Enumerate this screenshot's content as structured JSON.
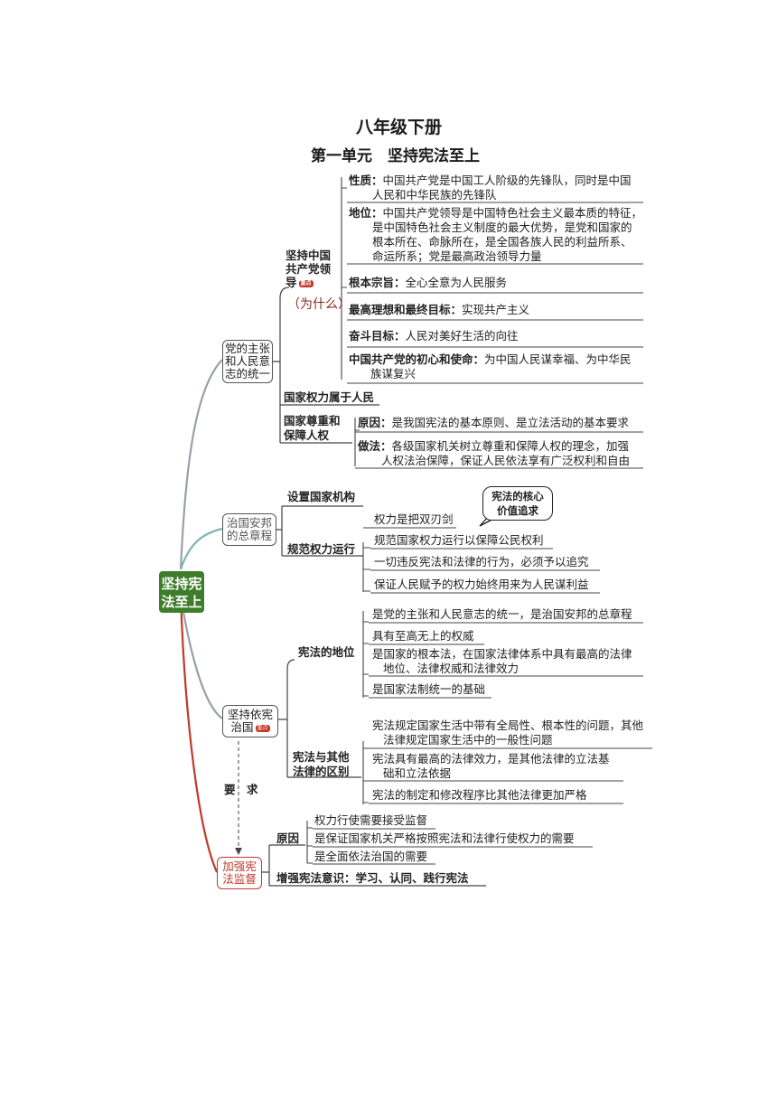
{
  "header": {
    "title": "八年级下册",
    "unit_title": "第一单元　坚持宪法至上"
  },
  "root": {
    "line1": "坚持宪",
    "line2": "法至上"
  },
  "branches": {
    "b1": {
      "label_lines": [
        "党的主张",
        "和人民意",
        "志的统一"
      ],
      "leadership": {
        "label_lines": [
          "坚持中国",
          "共产党领",
          "导"
        ],
        "badge": "重点",
        "annotation": "（为什么）",
        "items": {
          "nature_label": "性质：",
          "nature_l1": "中国共产党是中国工人阶级的先锋队，同时是中国",
          "nature_l2": "人民和中华民族的先锋队",
          "position_label": "地位：",
          "position_l1": "中国共产党领导是中国特色社会主义最本质的特征，",
          "position_l2": "是中国特色社会主义制度的最大优势，是党和国家的",
          "position_l3": "根本所在、命脉所在，是全国各族人民的利益所系、",
          "position_l4": "命运所系；党是最高政治领导力量",
          "purpose_label": "根本宗旨：",
          "purpose_text": "全心全意为人民服务",
          "ideal_label": "最高理想和最终目标：",
          "ideal_text": "实现共产主义",
          "goal_label": "奋斗目标：",
          "goal_text": "人民对美好生活的向往",
          "mission_label": "中国共产党的初心和使命：",
          "mission_l1": "为中国人民谋幸福、为中华民",
          "mission_l2": "族谋复兴"
        }
      },
      "power_belongs": "国家权力属于人民",
      "human_rights": {
        "label_lines": [
          "国家尊重和",
          "保障人权"
        ],
        "reason_label": "原因：",
        "reason_text": "是我国宪法的基本原则、是立法活动的基本要求",
        "practice_label": "做法：",
        "practice_l1": "各级国家机关树立尊重和保障人权的理念，加强",
        "practice_l2": "人权法治保障，保证人民依法享有广泛权利和自由"
      }
    },
    "b2": {
      "label_lines": [
        "治国安邦",
        "的总章程"
      ],
      "set_organs": "设置国家机构",
      "regulate": {
        "label": "规范权力运行",
        "bubble_l1": "宪法的核心",
        "bubble_l2": "价值追求",
        "items": [
          "权力是把双刃剑",
          "规范国家权力运行以保障公民权利",
          "一切违反宪法和法律的行为，必须予以追究",
          "保证人民赋予的权力始终用来为人民谋利益"
        ]
      }
    },
    "b3": {
      "label_lines": [
        "坚持依宪",
        "治国"
      ],
      "badge": "重点",
      "status": {
        "label": "宪法的地位",
        "item1": "是党的主张和人民意志的统一，是治国安邦的总章程",
        "item2": "具有至高无上的权威",
        "item3_l1": "是国家的根本法，在国家法律体系中具有最高的法律",
        "item3_l2": "地位、法律权威和法律效力",
        "item4": "是国家法制统一的基础"
      },
      "difference": {
        "label_lines": [
          "宪法与其他",
          "法律的区别"
        ],
        "item1_l1": "宪法规定国家生活中带有全局性、根本性的问题，其他",
        "item1_l2": "法律规定国家生活中的一般性问题",
        "item2_l1": "宪法具有最高的法律效力，是其他法律的立法基",
        "item2_l2": "础和立法依据",
        "item3": "宪法的制定和修改程序比其他法律更加严格"
      }
    },
    "require_label": "要　求",
    "b4": {
      "label_lines": [
        "加强宪",
        "法监督"
      ],
      "reason_label": "原因",
      "reasons": [
        "权力行使需要接受监督",
        "是保证国家机关严格按照宪法和法律行使权力的需要",
        "是全面依法治国的需要"
      ],
      "awareness": "增强宪法意识：学习、认同、践行宪法"
    }
  },
  "colors": {
    "root_green": "#3e7d2b",
    "branch_red": "#c0392b",
    "branch_gray": "#9aa0a8",
    "branch_teal": "#7fb7b0",
    "line": "#333333"
  }
}
